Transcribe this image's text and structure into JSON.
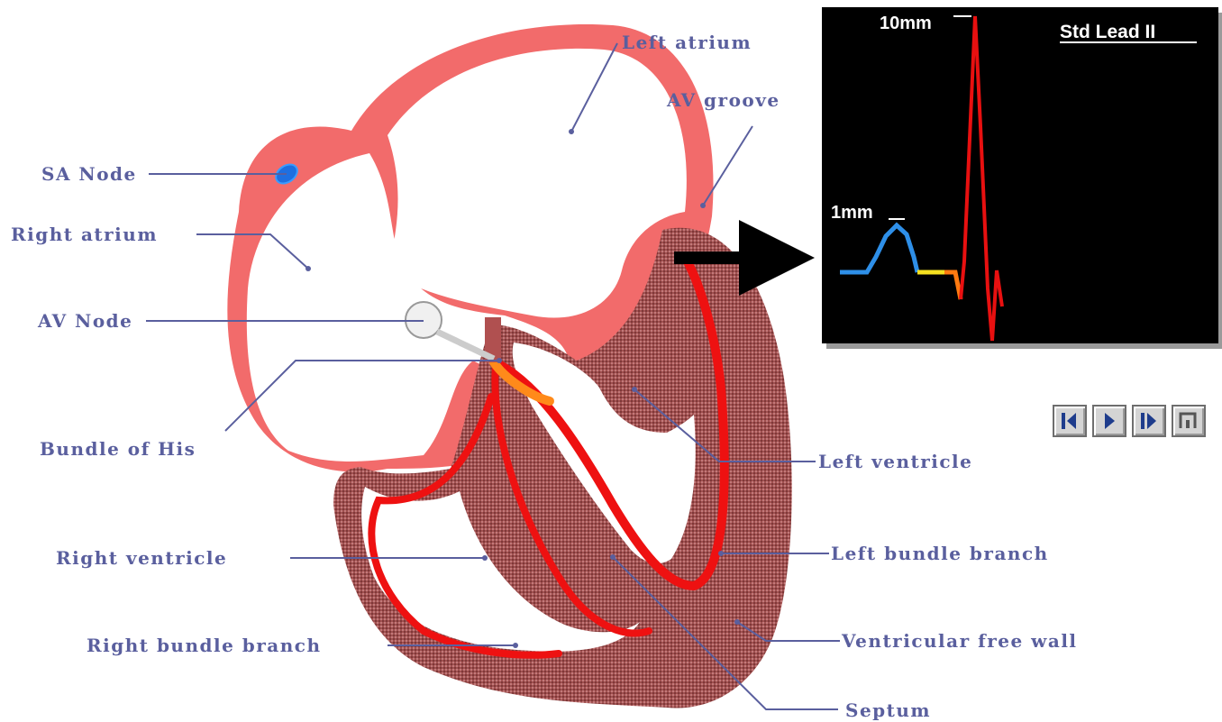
{
  "labels": {
    "left_atrium": "Left atrium",
    "av_groove": "AV groove",
    "sa_node": "SA Node",
    "right_atrium": "Right atrium",
    "av_node": "AV Node",
    "bundle_of_his": "Bundle of His",
    "left_ventricle": "Left ventricle",
    "right_ventricle": "Right ventricle",
    "left_bundle_branch": "Left bundle branch",
    "right_bundle_branch": "Right bundle branch",
    "ventricular_free_wall": "Ventricular free wall",
    "septum": "Septum"
  },
  "ecg": {
    "title": "Std Lead II",
    "scale_10mm": "10mm",
    "scale_1mm": "1mm"
  },
  "controls": [
    {
      "icon": "step-back-icon"
    },
    {
      "icon": "play-icon"
    },
    {
      "icon": "step-forward-icon"
    },
    {
      "icon": "stop-icon"
    }
  ],
  "colors": {
    "label": "#5a5f9e",
    "atrial_wall": "#f26b6b",
    "ventricular_wall": "#9c4a4a",
    "conduction": "#ee1111",
    "ecg_background": "#000000",
    "p_wave": "#2e8fe8",
    "qrs": "#e81010"
  }
}
